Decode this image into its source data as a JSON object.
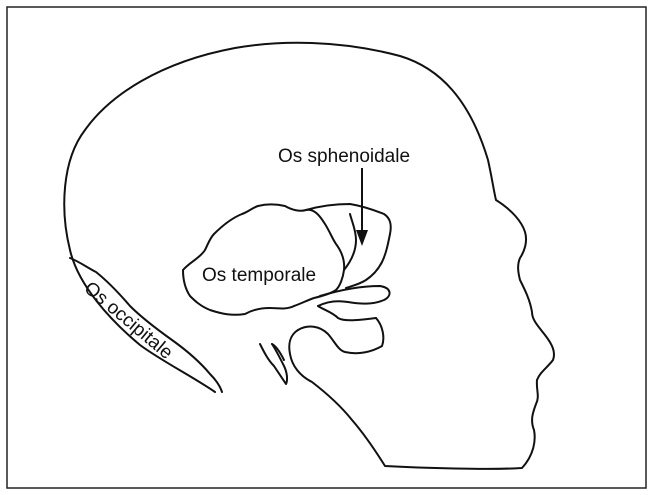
{
  "diagram": {
    "labels": {
      "sphenoid": "Os sphenoidale",
      "temporal": "Os temporale",
      "occipital": "Os occipitale"
    },
    "colors": {
      "stroke": "#111111",
      "background": "#ffffff",
      "frame": "#222222"
    }
  }
}
